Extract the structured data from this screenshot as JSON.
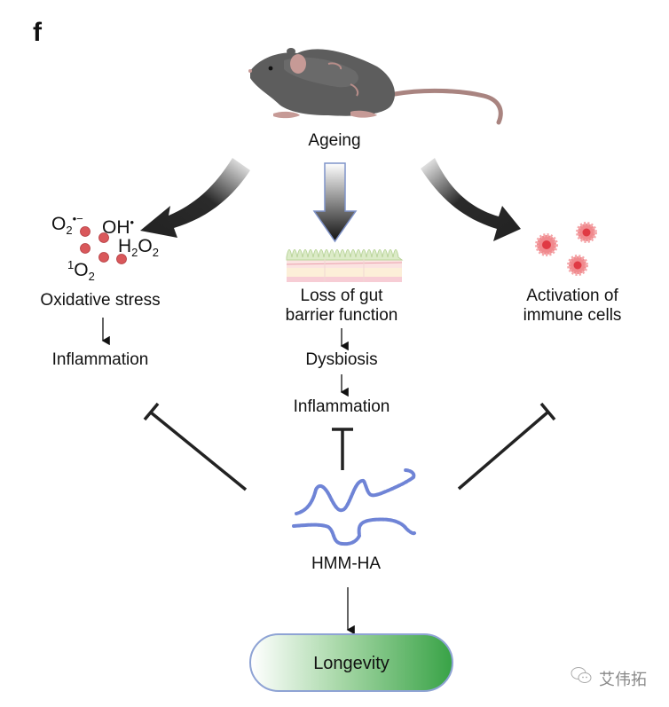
{
  "figure": {
    "panel_letter": "f",
    "top_node": {
      "label": "Ageing",
      "icon": "aged-mouse-illustration"
    },
    "branches": {
      "left": {
        "icon": "reactive-oxygen-species-icon",
        "ros_species": [
          "O2•−",
          "OH•",
          "H2O2",
          "1O2"
        ],
        "label": "Oxidative stress",
        "downstream": [
          "Inflammation"
        ]
      },
      "center": {
        "icon": "gut-epithelium-icon",
        "label_lines": [
          "Loss of gut",
          "barrier function"
        ],
        "downstream": [
          "Dysbiosis",
          "Inflammation"
        ]
      },
      "right": {
        "icon": "immune-cells-icon",
        "label_lines": [
          "Activation of",
          "immune cells"
        ]
      }
    },
    "inhibitor": {
      "label": "HMM-HA",
      "icon": "hyaluronan-chain-icon"
    },
    "outcome": {
      "label": "Longevity"
    },
    "colors": {
      "arrow_dark": "#222222",
      "ros_dot": "#d9585b",
      "immune_cell": "#e8545a",
      "polymer": "#6f84d6",
      "pill_border": "#8ea3d4",
      "pill_green": "#39a347"
    }
  },
  "watermark": {
    "text": "艾伟拓",
    "icon": "wechat-icon"
  }
}
